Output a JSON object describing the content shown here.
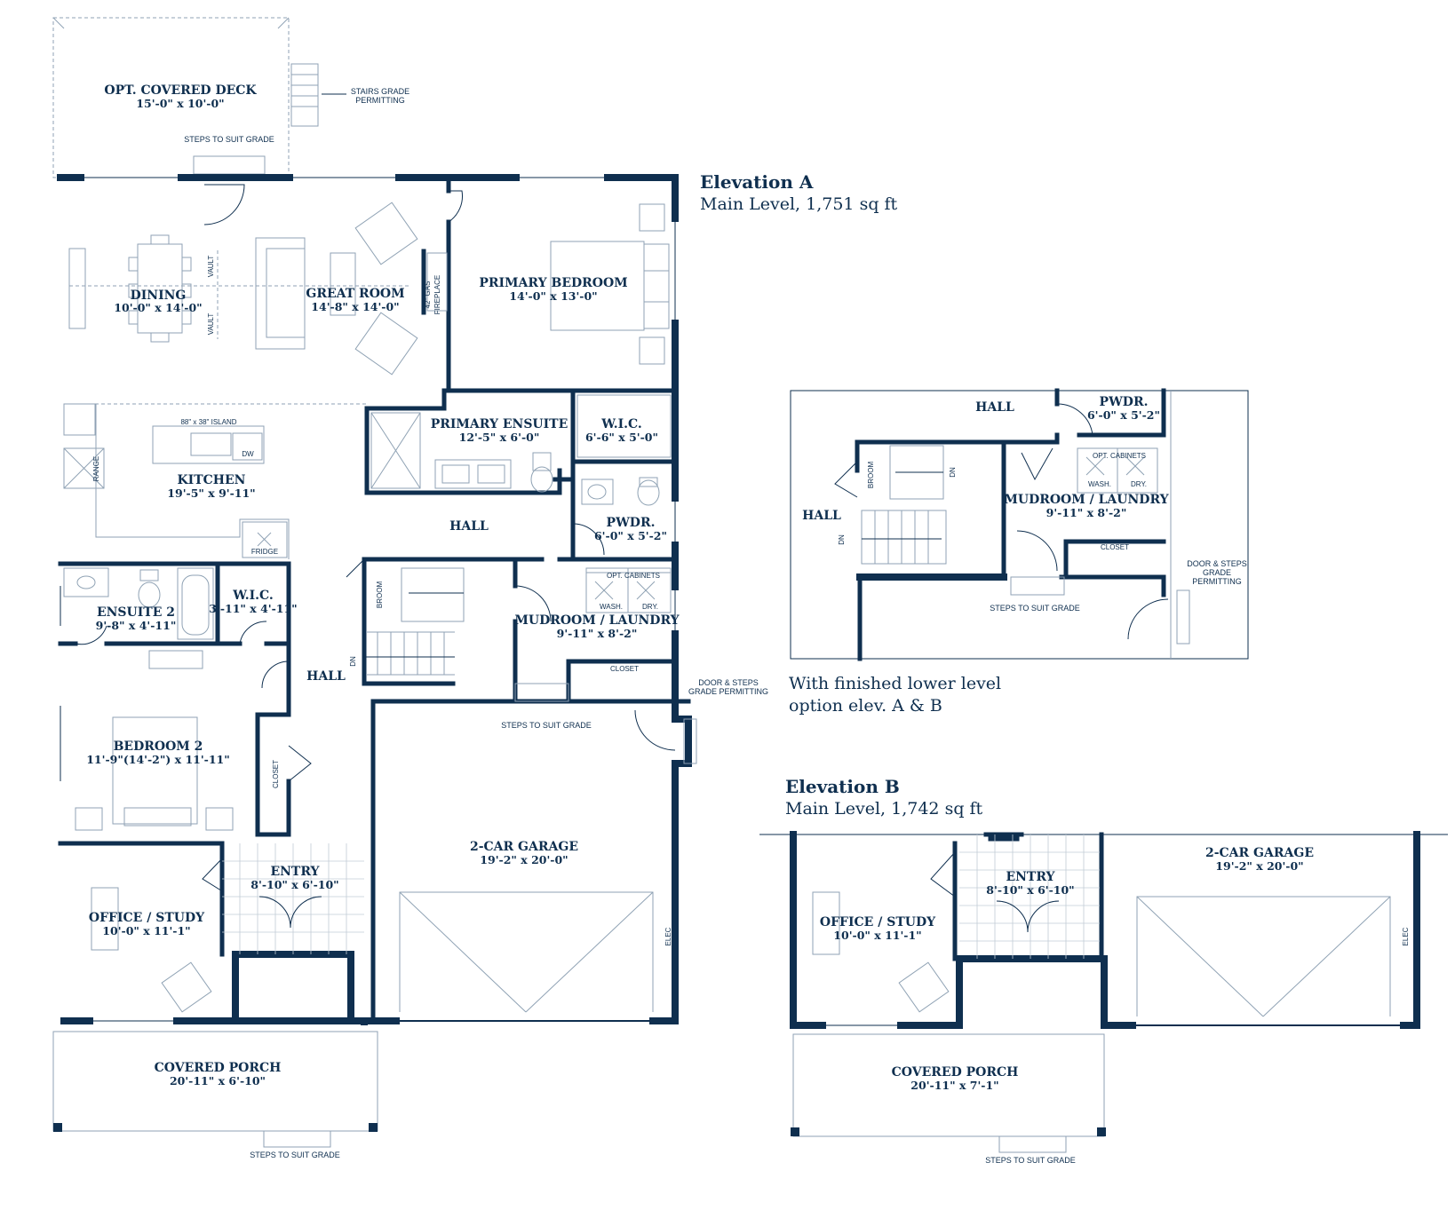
{
  "elevation_a": {
    "title": "Elevation A",
    "subtitle": "Main Level, 1,751 sq ft"
  },
  "lower_level": {
    "caption_line1": "With finished lower level",
    "caption_line2": "option elev. A & B"
  },
  "elevation_b": {
    "title": "Elevation B",
    "subtitle": "Main Level, 1,742 sq ft"
  },
  "rooms_a": {
    "deck": {
      "name": "OPT. COVERED DECK",
      "dim": "15'-0\" x 10'-0\""
    },
    "dining": {
      "name": "DINING",
      "dim": "10'-0\" x 14'-0\""
    },
    "great_room": {
      "name": "GREAT ROOM",
      "dim": "14'-8\" x 14'-0\""
    },
    "primary_bedroom": {
      "name": "PRIMARY BEDROOM",
      "dim": "14'-0\" x 13'-0\""
    },
    "primary_ensuite": {
      "name": "PRIMARY ENSUITE",
      "dim": "12'-5\" x 6'-0\""
    },
    "wic_primary": {
      "name": "W.I.C.",
      "dim": "6'-6\" x 5'-0\""
    },
    "kitchen": {
      "name": "KITCHEN",
      "dim": "19'-5\" x 9'-11\""
    },
    "hall_upper": {
      "name": "HALL"
    },
    "pwdr": {
      "name": "PWDR.",
      "dim": "6'-0\" x 5'-2\""
    },
    "ensuite2": {
      "name": "ENSUITE 2",
      "dim": "9'-8\" x 4'-11\""
    },
    "wic2": {
      "name": "W.I.C.",
      "dim": "3'-11\" x 4'-11\""
    },
    "mudroom": {
      "name": "MUDROOM / LAUNDRY",
      "dim": "9'-11\" x 8'-2\""
    },
    "hall_lower": {
      "name": "HALL"
    },
    "bedroom2": {
      "name": "BEDROOM 2",
      "dim": "11'-9\"(14'-2\") x 11'-11\""
    },
    "garage": {
      "name": "2-CAR GARAGE",
      "dim": "19'-2\" x 20'-0\""
    },
    "entry": {
      "name": "ENTRY",
      "dim": "8'-10\" x 6'-10\""
    },
    "office": {
      "name": "OFFICE / STUDY",
      "dim": "10'-0\" x 11'-1\""
    },
    "porch": {
      "name": "COVERED PORCH",
      "dim": "20'-11\" x 6'-10\""
    }
  },
  "notes_a": {
    "stairs_grade_1": "STAIRS GRADE",
    "stairs_grade_2": "PERMITTING",
    "steps_deck": "STEPS TO SUIT GRADE",
    "island": "88\" x 38\" ISLAND",
    "dw": "DW",
    "range": "RANGE",
    "fridge": "FRIDGE",
    "vault": "VAULT",
    "fireplace_1": "42\" GAS",
    "fireplace_2": "FIREPLACE",
    "broom": "BROOM",
    "dn": "DN",
    "opt_cabinets": "OPT. CABINETS",
    "wash": "WASH.",
    "dry": "DRY.",
    "closet": "CLOSET",
    "steps_mudroom": "STEPS TO SUIT GRADE",
    "door_steps_1": "DOOR & STEPS",
    "door_steps_2": "GRADE PERMITTING",
    "elec": "ELEC",
    "steps_porch": "STEPS TO SUIT GRADE"
  },
  "rooms_ll": {
    "hall_top": {
      "name": "HALL"
    },
    "pwdr": {
      "name": "PWDR.",
      "dim": "6'-0\" x 5'-2\""
    },
    "hall_left": {
      "name": "HALL"
    },
    "mudroom": {
      "name": "MUDROOM / LAUNDRY",
      "dim": "9'-11\" x 8'-2\""
    }
  },
  "notes_ll": {
    "broom": "BROOM",
    "dn": "DN",
    "opt_cabinets": "OPT. CABINETS",
    "wash": "WASH.",
    "dry": "DRY.",
    "closet": "CLOSET",
    "steps": "STEPS TO SUIT GRADE",
    "door_steps_1": "DOOR & STEPS",
    "door_steps_2": "GRADE",
    "door_steps_3": "PERMITTING"
  },
  "rooms_b": {
    "garage": {
      "name": "2-CAR GARAGE",
      "dim": "19'-2\" x 20'-0\""
    },
    "entry": {
      "name": "ENTRY",
      "dim": "8'-10\" x 6'-10\""
    },
    "office": {
      "name": "OFFICE / STUDY",
      "dim": "10'-0\" x 11'-1\""
    },
    "porch": {
      "name": "COVERED PORCH",
      "dim": "20'-11\" x 7'-1\""
    }
  },
  "notes_b": {
    "elec": "ELEC",
    "steps": "STEPS TO SUIT GRADE"
  },
  "colors": {
    "wall": "#0f2f4f",
    "text": "#0f2f4f",
    "fixture": "#8fa2b4",
    "background": "#ffffff"
  }
}
